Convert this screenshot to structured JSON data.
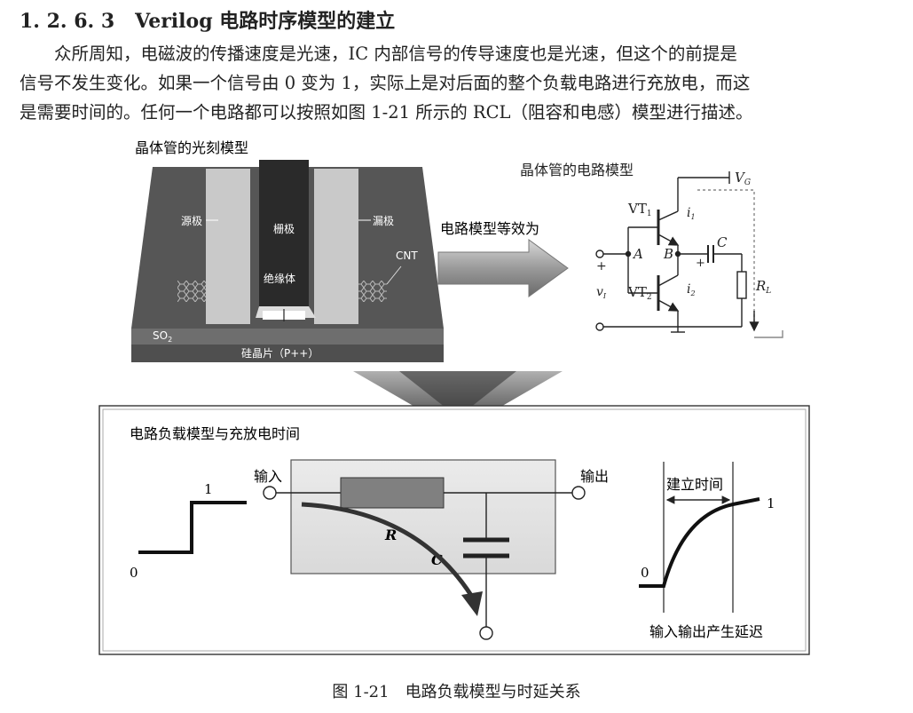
{
  "section": {
    "number": "1. 2. 6. 3",
    "title": "Verilog 电路时序模型的建立"
  },
  "paragraph": [
    "众所周知，电磁波的传播速度是光速，IC 内部信号的传导速度也是光速，但这个的前提是",
    "信号不发生变化。如果一个信号由 0 变为 1，实际上是对后面的整个负载电路进行充放电，而这",
    "是需要时间的。任何一个电路都可以按照如图 1-21 所示的 RCL（阻容和电感）模型进行描述。"
  ],
  "figure": {
    "transistor_litho": {
      "title": "晶体管的光刻模型",
      "source": "源极",
      "gate": "栅极",
      "drain": "漏极",
      "insulator": "绝缘体",
      "cnt": "CNT",
      "so2": "SO",
      "so2_sub": "2",
      "substrate": "硅晶片（P++）"
    },
    "equivalent_label": "电路模型等效为",
    "transistor_circuit": {
      "title": "晶体管的电路模型",
      "vg": "V",
      "vg_sub": "G",
      "vt1": "VT",
      "vt1_sub": "1",
      "vt2": "VT",
      "vt2_sub": "2",
      "i1": "i",
      "i1_sub": "1",
      "i2": "i",
      "i2_sub": "2",
      "node_a": "A",
      "node_b": "B",
      "cap": "C",
      "rl": "R",
      "rl_sub": "L",
      "vi": "v",
      "vi_sub": "I",
      "plus1": "+",
      "plus2": "+"
    },
    "load_model": {
      "title": "电路负载模型与充放电时间",
      "input_label": "输入",
      "output_label": "输出",
      "r": "R",
      "c": "C",
      "step_high": "1",
      "step_low": "0",
      "setup_time": "建立时间",
      "out_high": "1",
      "out_low": "0",
      "delay_note": "输入输出产生延迟"
    },
    "caption": "图 1-21　电路负载模型与时延关系"
  }
}
